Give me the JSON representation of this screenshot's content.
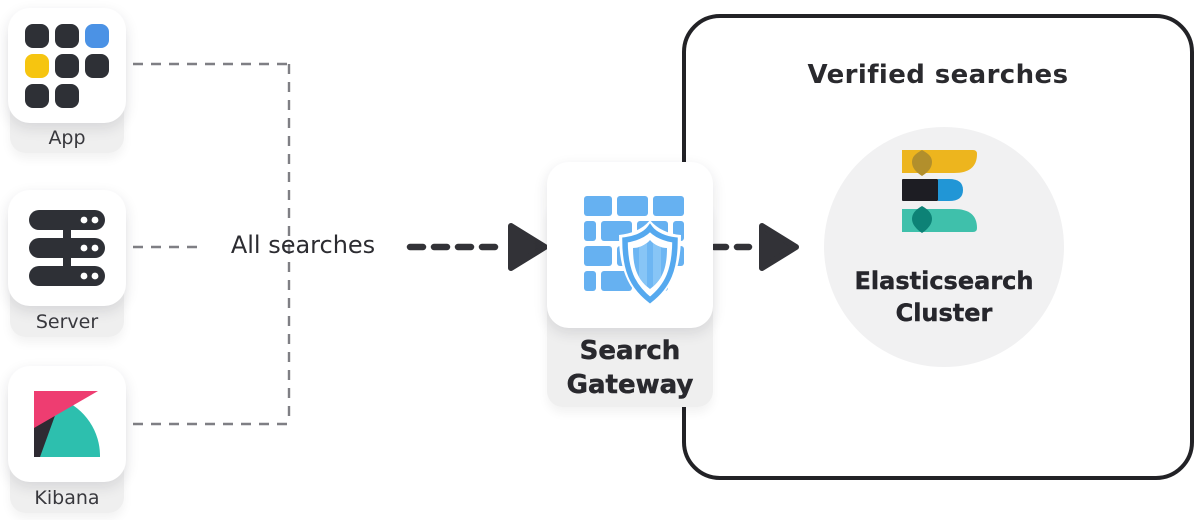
{
  "sources": [
    {
      "label": "App",
      "icon": "app-grid-icon"
    },
    {
      "label": "Server",
      "icon": "server-icon"
    },
    {
      "label": "Kibana",
      "icon": "kibana-logo-icon"
    }
  ],
  "flow": {
    "all_searches_label": "All searches"
  },
  "gateway": {
    "line1": "Search",
    "line2": "Gateway",
    "icon": "firewall-shield-icon"
  },
  "verified": {
    "title": "Verified searches",
    "cluster_line1": "Elasticsearch",
    "cluster_line2": "Cluster",
    "icon": "elasticsearch-logo-icon"
  },
  "colors": {
    "dashed_gray": "#7f7f84",
    "arrow_dark": "#323237",
    "box_border": "#222226",
    "card_strip_gray": "#efefef",
    "circle_gray": "#f1f1f2",
    "app_dark": "#2e3036",
    "app_blue": "#4b92e5",
    "app_yellow": "#f6c510",
    "kibana_pink": "#ee3d71",
    "kibana_dark": "#2e2a32",
    "kibana_teal": "#2dbfae",
    "brick_blue": "#66b1f1",
    "shield_blue": "#55a9ef",
    "es_yellow": "#edb51e",
    "es_olive": "#b28f2c",
    "es_black": "#1d1d23",
    "es_blue": "#2196d6",
    "es_teal": "#3fc0ab",
    "es_dark_teal": "#0d8276"
  }
}
